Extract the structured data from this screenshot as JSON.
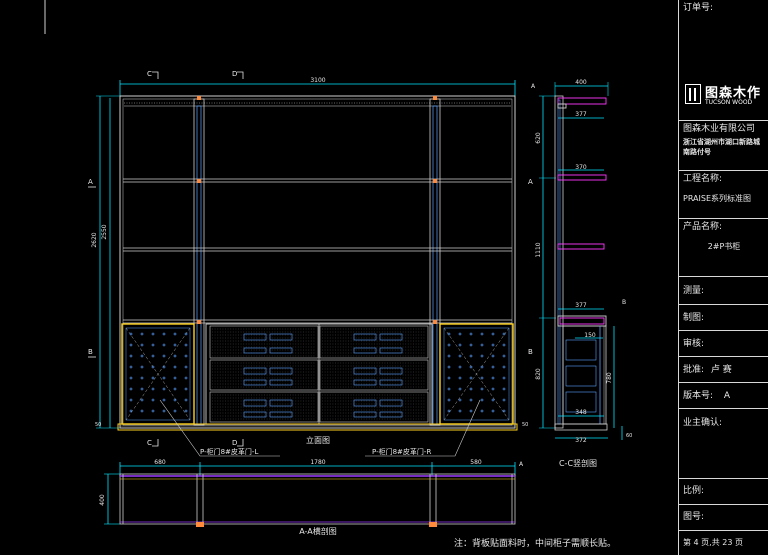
{
  "views": {
    "elevation_title": "立面图",
    "plan_title": "A-A横剖图",
    "section_title": "C-C竖剖图"
  },
  "markers": {
    "c": "C",
    "d": "D",
    "a": "A",
    "b": "B"
  },
  "dimensions": {
    "overall_width": "3100",
    "overall_height_outer": "2620",
    "overall_height_inner": "2550",
    "plan_left": "680",
    "plan_mid": "1780",
    "plan_right": "580",
    "plan_depth": "400",
    "sec_top": "400",
    "sec_top_inner": "377",
    "sec_shelf": "370",
    "sec_mid": "377",
    "sec_inner_small": "150",
    "sec_base_inner": "348",
    "sec_base": "372",
    "sec_h1": "620",
    "sec_h2": "1110",
    "sec_h3": "820",
    "sec_h4": "780",
    "sec_bottom": "60"
  },
  "callouts": {
    "left_door": "P-柜门8#皮革门-L",
    "right_door": "P-柜门8#皮革门-R"
  },
  "note": "注：背板贴面料时，中间柜子需顺长贴。",
  "title_block": {
    "order_no_label": "订单号:",
    "logo_cn": "图森木作",
    "logo_en": "TUCSON WOOD",
    "company": "图森木业有限公司",
    "address": "浙江省湖州市湖口新路城南路付号",
    "project_label": "工程名称:",
    "project_value": "PRAISE系列标准图",
    "product_label": "产品名称:",
    "product_value": "2#P书柜",
    "survey_label": "测量:",
    "drawn_label": "制图:",
    "review_label": "审核:",
    "approve_label": "批准:",
    "approver": "卢  赛",
    "version_label": "版本号:",
    "version_value": "A",
    "owner_label": "业主确认:",
    "scale_label": "比例:",
    "drawing_no_label": "图号:",
    "page_label": "第 4 页,共 23 页"
  },
  "colors": {
    "frame": "#cfcfcf",
    "dim": "#00e5ff",
    "plan": "#9d3bff",
    "accent_yellow": "#ffd21f",
    "glass": "#5aa0ff",
    "orange": "#ff8a3c",
    "magenta": "#ff38ff"
  }
}
